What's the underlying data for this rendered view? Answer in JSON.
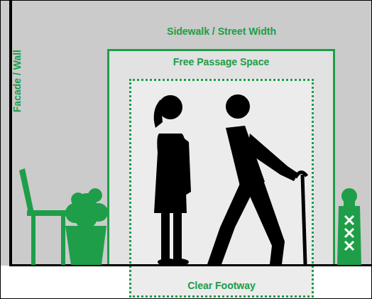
{
  "diagram": {
    "nodes": [
      {
        "text": [
          "Free Passage Space"
        ]
      },
      {
        "text": [
          "Clear Footway"
        ]
      }
    ],
    "labels": [
      "Sidewalk / Street Width",
      "Facade / Wall"
    ]
  }
}
